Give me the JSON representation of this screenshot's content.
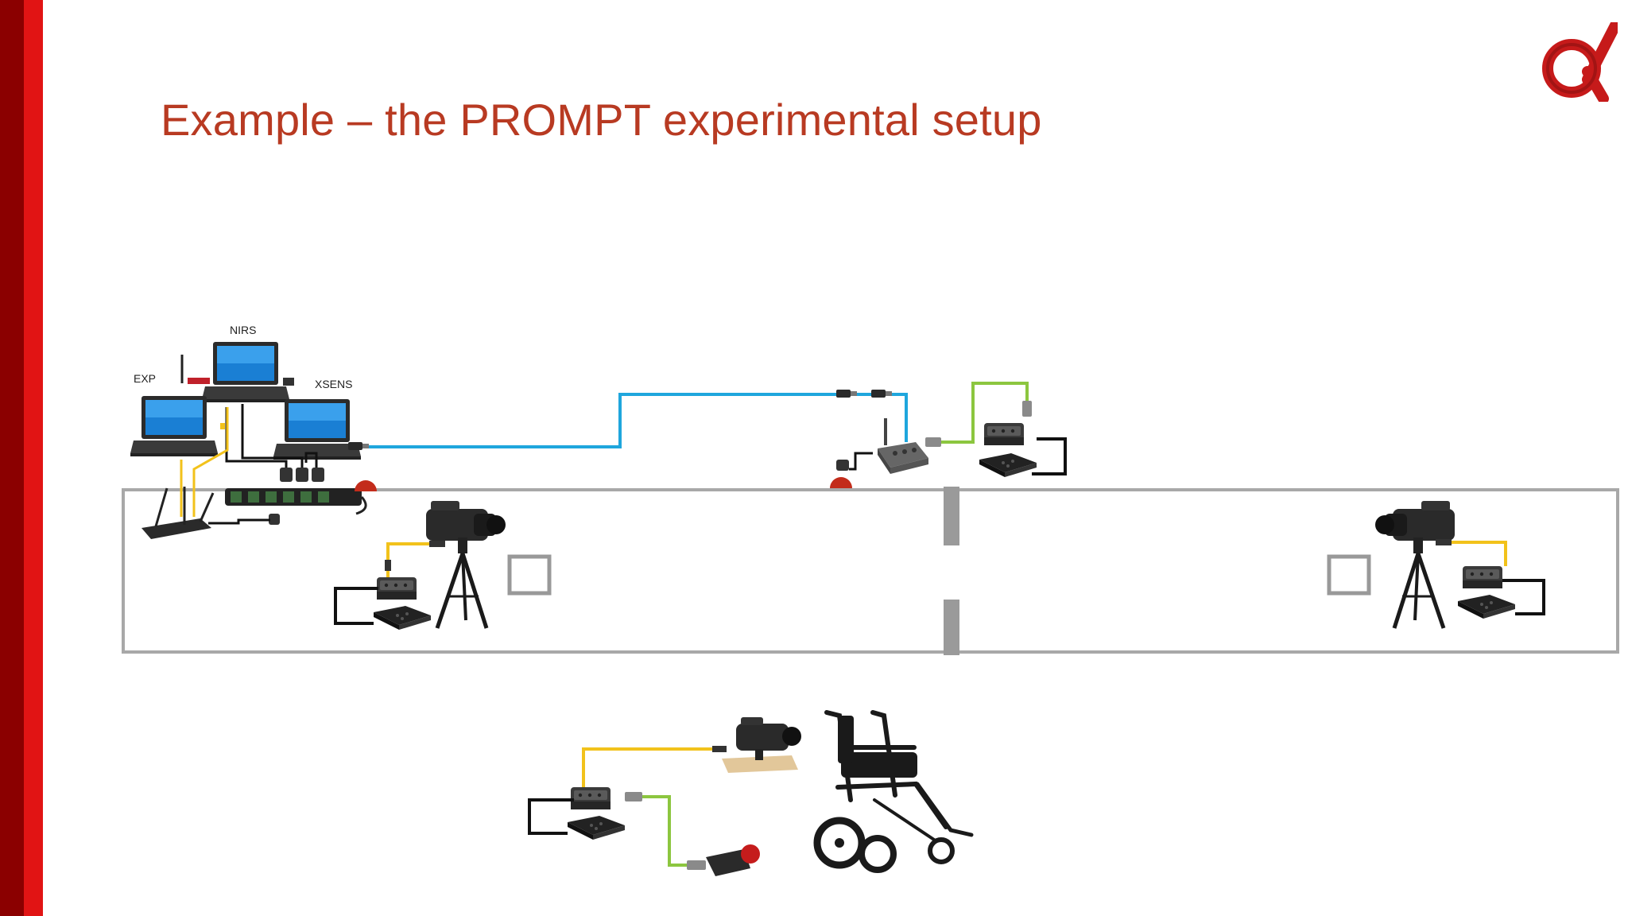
{
  "slide": {
    "title": "Example – the PROMPT experimental setup",
    "accent_colors": {
      "dark_red": "#8b0000",
      "red": "#e11414",
      "title_red": "#b83a22"
    },
    "logo_icon": "alpha-logo-icon"
  },
  "labels": {
    "exp": "EXP",
    "nirs": "NIRS",
    "xsens": "XSENS"
  },
  "cable_colors": {
    "network": "#1fa6dd",
    "video": "#f2c21b",
    "trigger": "#8cc63f",
    "power": "#111111"
  }
}
